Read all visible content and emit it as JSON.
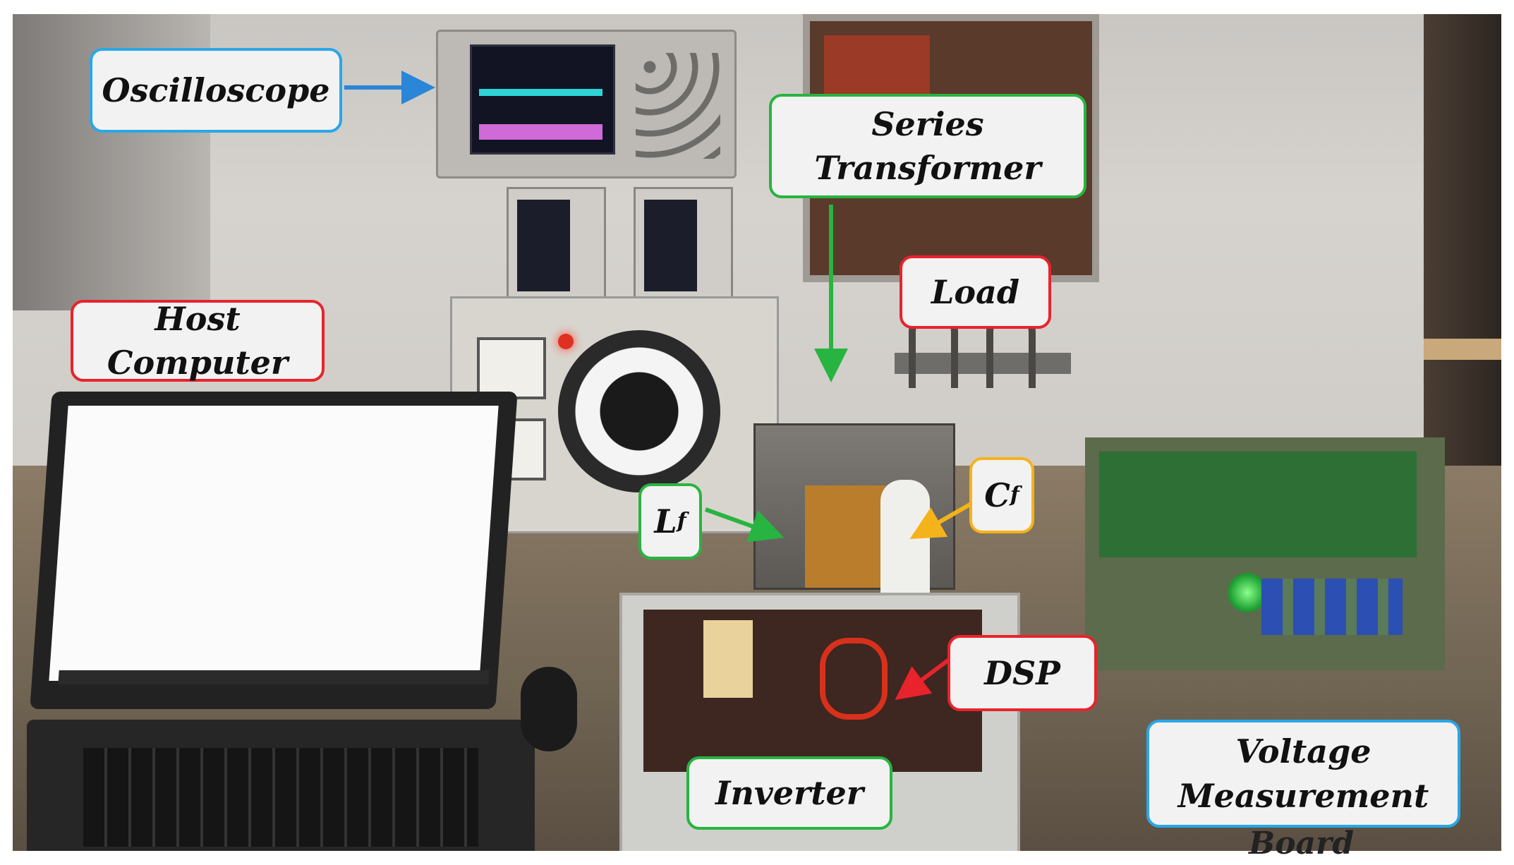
{
  "labels": {
    "oscilloscope": "Oscilloscope",
    "series_transformer": "Series Transformer",
    "load": "Load",
    "host_computer": "Host Computer",
    "lf_main": "L",
    "lf_sub": "f",
    "cf_main": "C",
    "cf_sub": "f",
    "dsp": "DSP",
    "inverter": "Inverter",
    "voltage_measurement_line1": "Voltage",
    "voltage_measurement_line2": "Measurement",
    "voltage_measurement_line3": "Board"
  },
  "colors": {
    "blue": "#2aa7e6",
    "green": "#28b440",
    "red": "#e8232c",
    "orange": "#f4b31a"
  }
}
